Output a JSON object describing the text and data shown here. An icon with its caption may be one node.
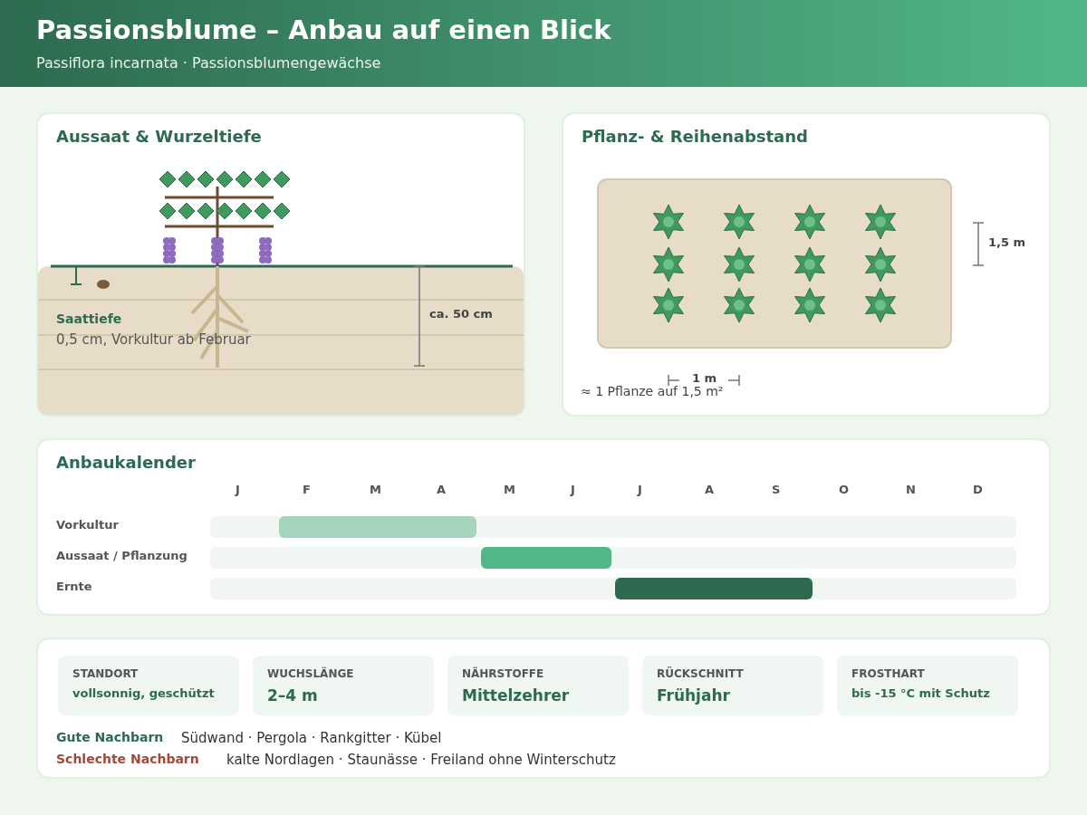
{
  "diagram": {
    "title": "Passionsblume – Anbau auf einen Blick",
    "nodes": [
      {
        "text": [
          "Aussaat & Wurzeltiefe"
        ]
      },
      {
        "text": [
          "Pflanz- & Reihenabstand"
        ]
      },
      {
        "text": [
          "Anbaukalender"
        ]
      },
      {
        "text": [],
        "shape": "bar",
        "in": 2
      },
      {
        "text": [],
        "shape": "bar",
        "in": 2
      },
      {
        "text": [],
        "shape": "bar",
        "in": 2
      },
      {
        "text": [],
        "shape": "box"
      },
      {
        "text": [
          "STANDORT",
          "vollsonnig, geschützt"
        ],
        "in": 6
      },
      {
        "text": [
          "WUCHSLÄNGE",
          "2–4 m"
        ],
        "in": 6
      },
      {
        "text": [
          "NÄHRSTOFFE",
          "Mittelzehrer"
        ],
        "in": 6
      },
      {
        "text": [
          "RÜCKSCHNITT",
          "Frühjahr"
        ],
        "in": 6
      },
      {
        "text": [
          "FROSTHART",
          "bis -15 °C mit Schutz"
        ],
        "in": 6
      }
    ],
    "edges": [],
    "labels": [
      "Passiflora incarnata · Passionsblumengewächse",
      "Saattiefe",
      "0,5 cm, Vorkultur ab Februar",
      "ca. 50 cm",
      "1,5 m",
      "1 m",
      "≈ 1 Pflanze auf 1,5 m²",
      "J",
      "F",
      "M",
      "A",
      "M",
      "J",
      "J",
      "A",
      "S",
      "O",
      "N",
      "D",
      "Vorkultur",
      "Aussaat / Pflanzung",
      "Ernte",
      "Gute Nachbarn",
      "Südwand · Pergola · Rankgitter · Kübel",
      "Schlechte Nachbarn",
      "kalte Nordlagen · Staunässe · Freiland ohne Winterschutz"
    ]
  }
}
